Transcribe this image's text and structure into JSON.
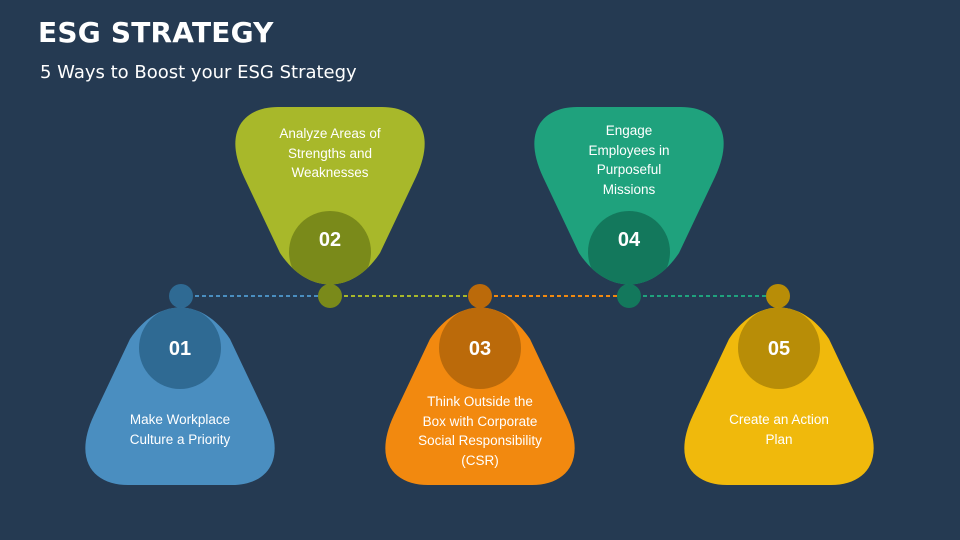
{
  "header": {
    "title": "ESG STRATEGY",
    "subtitle": "5 Ways to Boost your ESG Strategy"
  },
  "colors": {
    "background": "#253a52",
    "step_01": "#4a8ec0",
    "step_02": "#a8b82a",
    "step_03": "#f2890f",
    "step_04": "#1fa27d",
    "step_05": "#f0b90c"
  },
  "steps": [
    {
      "number": "01",
      "text": "Make Workplace Culture a Priority"
    },
    {
      "number": "02",
      "text": "Analyze Areas of Strengths and Weaknesses"
    },
    {
      "number": "03",
      "text": "Think Outside the Box with Corporate Social Responsibility (CSR)"
    },
    {
      "number": "04",
      "text": "Engage Employees in Purposeful Missions"
    },
    {
      "number": "05",
      "text": "Create an Action Plan"
    }
  ]
}
